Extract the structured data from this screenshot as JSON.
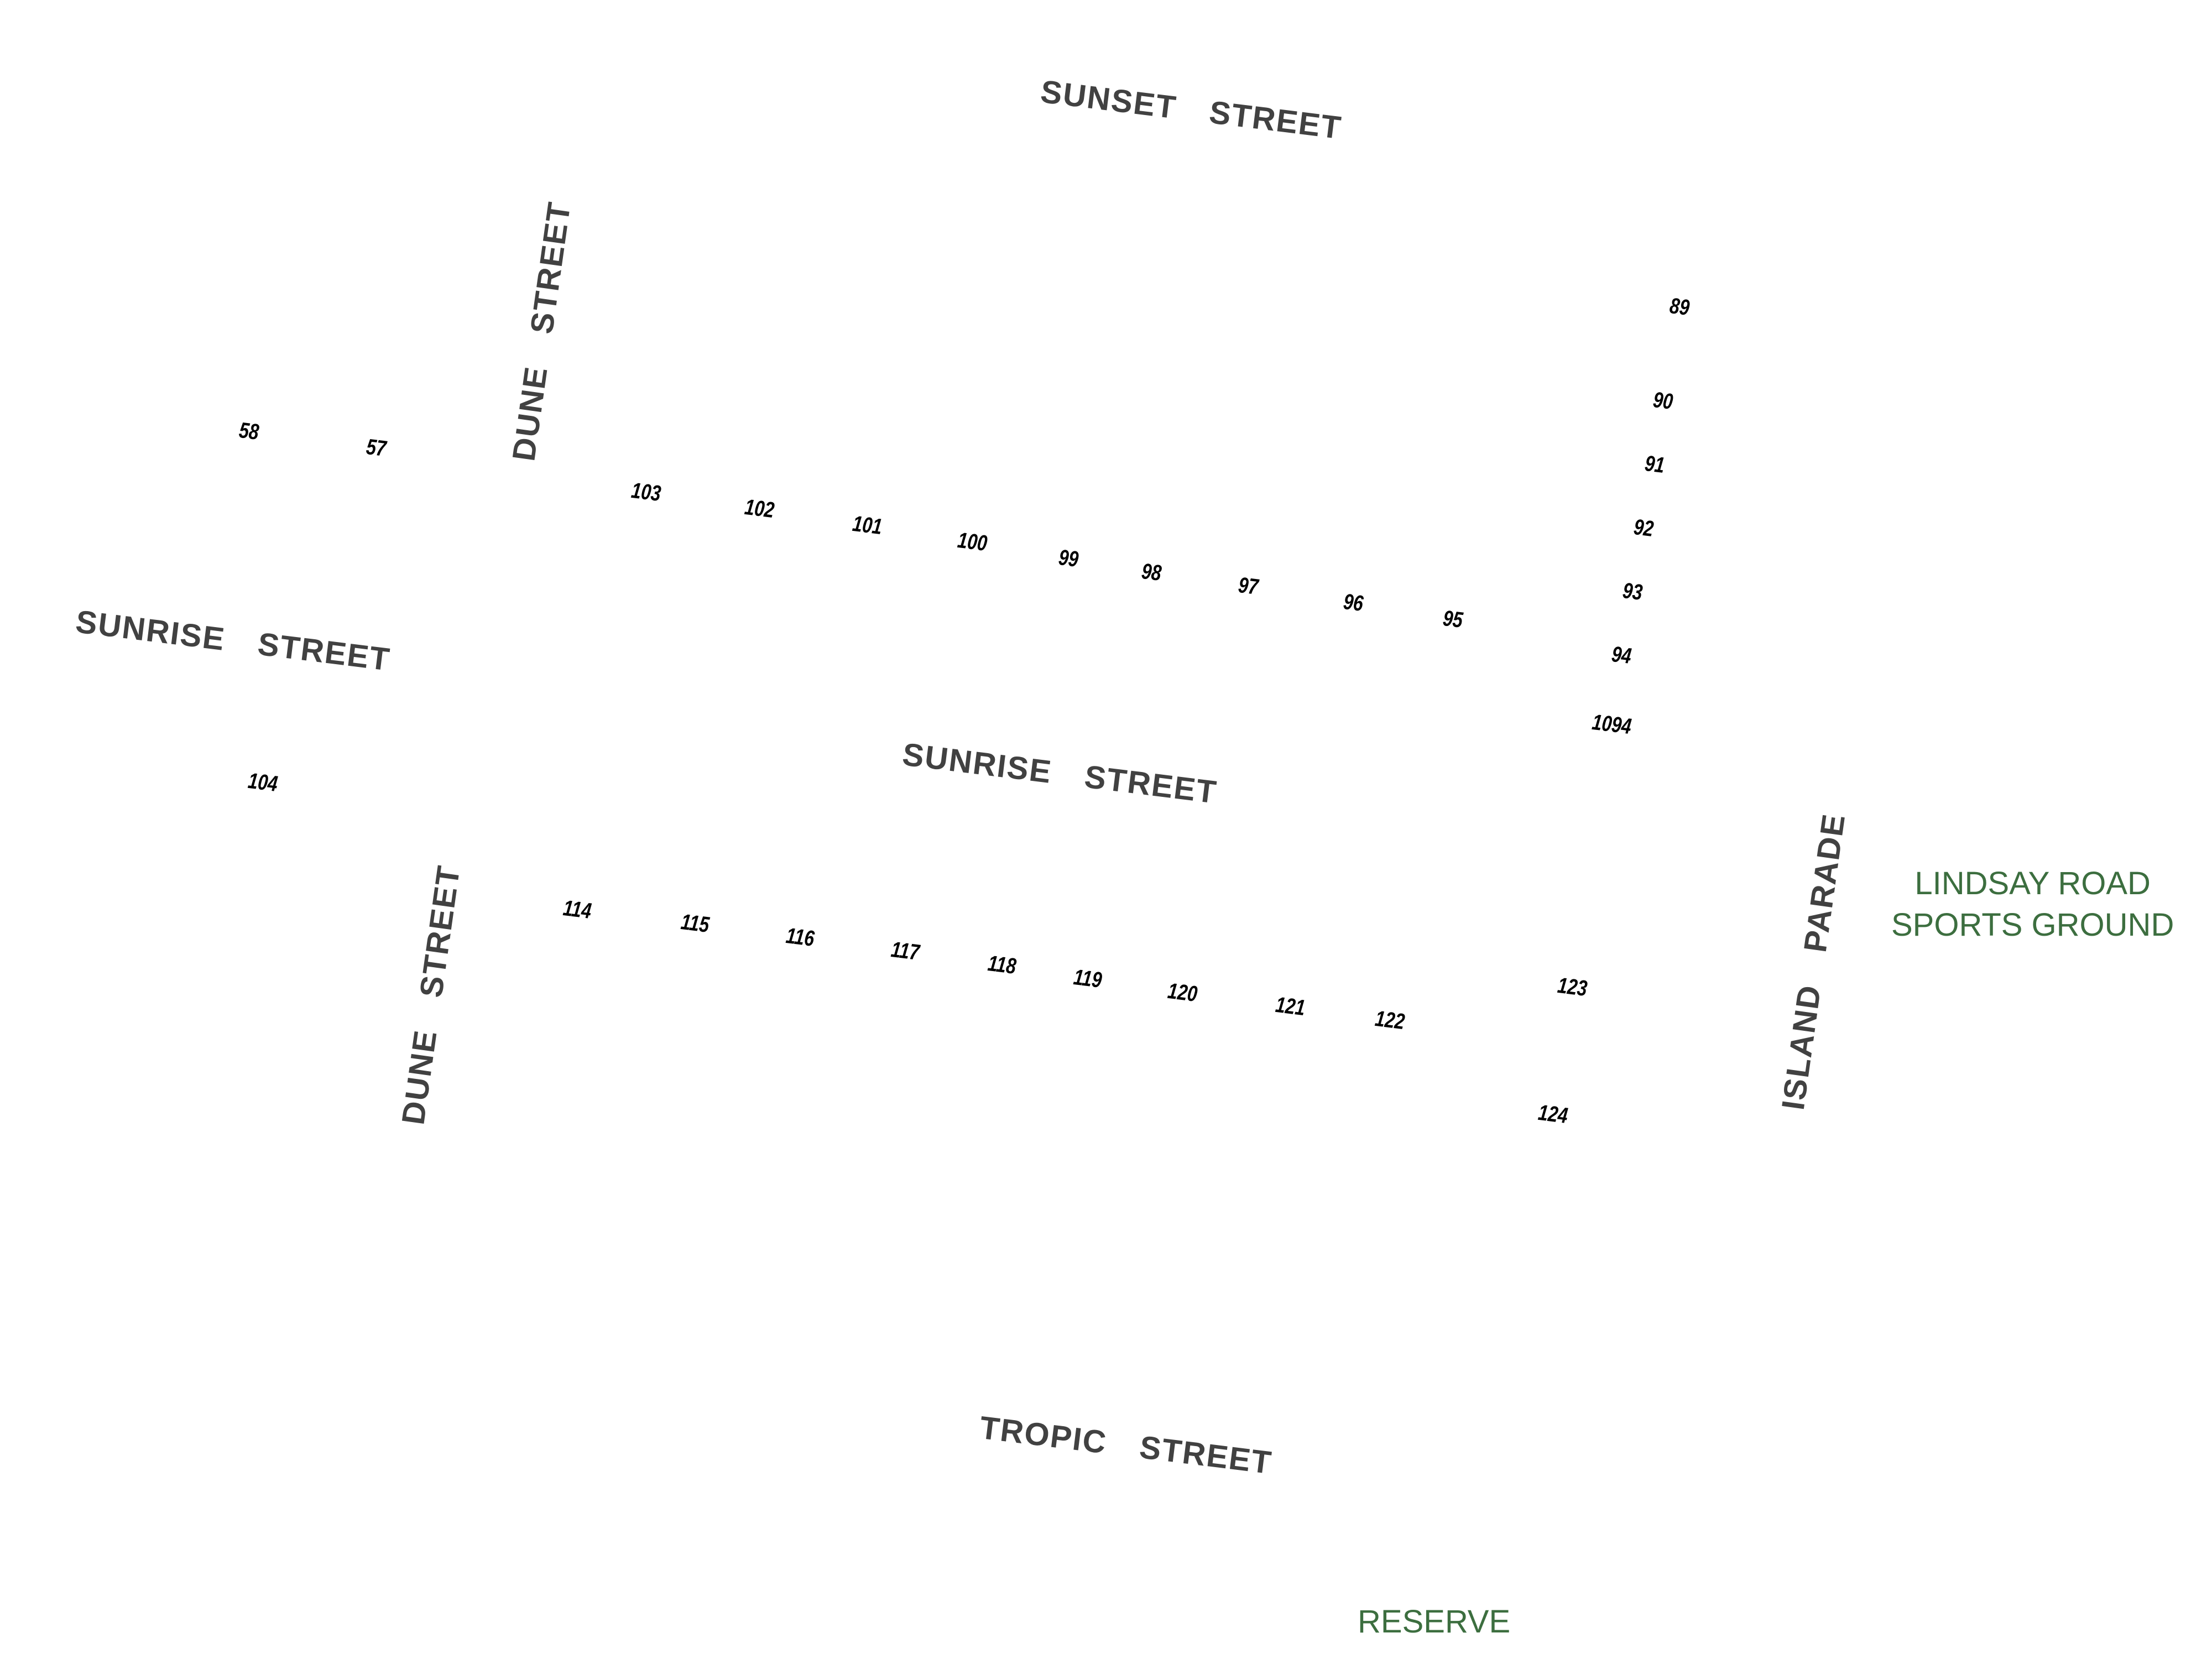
{
  "streets": {
    "sunset": [
      "SUNSET",
      "STREET"
    ],
    "sunrise_west": [
      "SUNRISE",
      "STREET"
    ],
    "sunrise_center": [
      "SUNRISE",
      "STREET"
    ],
    "tropic": [
      "TROPIC",
      "STREET"
    ],
    "dune_north": [
      "DUNE",
      "STREET"
    ],
    "dune_south": [
      "DUNE",
      "STREET"
    ],
    "island": [
      "ISLAND",
      "PARADE"
    ]
  },
  "places": {
    "lindsay_line1": "LINDSAY ROAD",
    "lindsay_line2": "SPORTS GROUND",
    "reserve": "RESERVE"
  },
  "lots": {
    "l58": "58",
    "l57": "57",
    "l103": "103",
    "l102": "102",
    "l101": "101",
    "l100": "100",
    "l99": "99",
    "l98": "98",
    "l97": "97",
    "l96": "96",
    "l95": "95",
    "l89": "89",
    "l90": "90",
    "l91": "91",
    "l92": "92",
    "l93": "93",
    "l94": "94",
    "l1094": "1094",
    "l104": "104",
    "l114": "114",
    "l115": "115",
    "l116": "116",
    "l117": "117",
    "l118": "118",
    "l119": "119",
    "l120": "120",
    "l121": "121",
    "l122": "122",
    "l123": "123",
    "l124": "124"
  },
  "colors": {
    "street_label": "#414141",
    "lot_number": "#000000",
    "park_label": "#3c6e3f",
    "background": "#ffffff"
  }
}
